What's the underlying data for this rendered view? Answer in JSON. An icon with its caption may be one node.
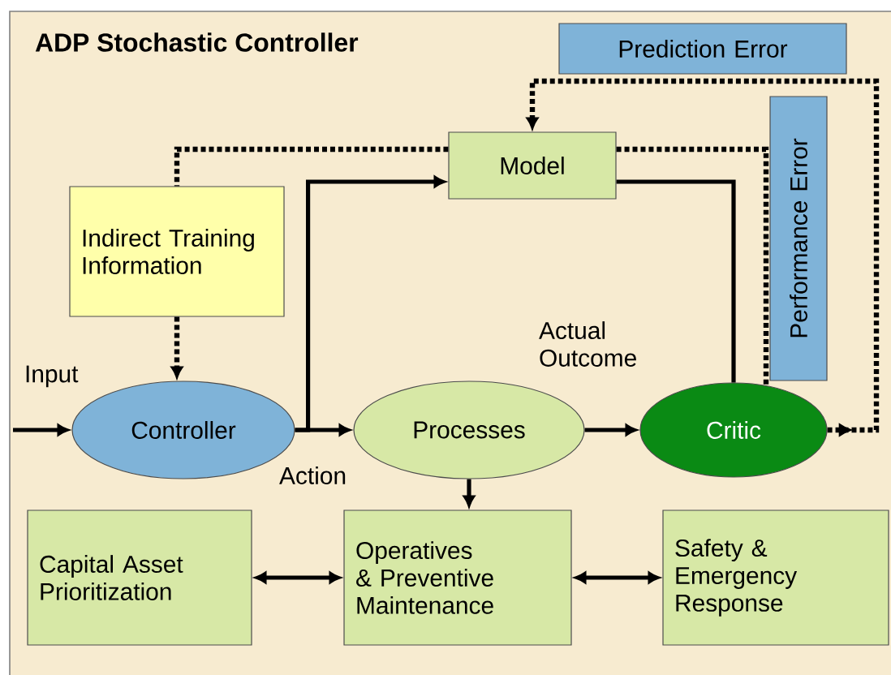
{
  "diagram": {
    "title": "ADP Stochastic Controller",
    "nodes": [
      {
        "text": [
          "Indirect Training Information"
        ]
      },
      {
        "text": [
          "Model"
        ]
      },
      {
        "text": [
          "Prediction Error"
        ]
      },
      {
        "text": [
          "Performance Error"
        ]
      },
      {
        "text": [
          "Controller"
        ]
      },
      {
        "text": [
          "Processes"
        ]
      },
      {
        "text": [
          "Critic"
        ]
      },
      {
        "text": [
          "Capital Asset Prioritization"
        ]
      },
      {
        "text": [
          "Operatives & Preventive Maintenance"
        ]
      },
      {
        "text": [
          "Safety & Emergency Response"
        ]
      }
    ],
    "edges": [
      {
        "from": null,
        "to": 4,
        "arrow": "to",
        "label": "Input"
      },
      {
        "from": 4,
        "to": 5,
        "arrow": "to",
        "label": "Action"
      },
      {
        "from": 4,
        "to": 1,
        "arrow": "to"
      },
      {
        "from": 1,
        "to": 6,
        "arrow": "none"
      },
      {
        "from": 5,
        "to": 6,
        "arrow": "to",
        "label": "Actual Outcome"
      },
      {
        "from": 6,
        "to": 1,
        "arrow": "to",
        "style": "dashed"
      },
      {
        "from": 6,
        "to": 1,
        "arrow": "none",
        "style": "dashed"
      },
      {
        "from": 1,
        "to": 0,
        "arrow": "none",
        "style": "dashed"
      },
      {
        "from": 0,
        "to": 4,
        "arrow": "to",
        "style": "dashed"
      },
      {
        "from": 5,
        "to": 8,
        "arrow": "to"
      },
      {
        "from": 7,
        "to": 8,
        "arrow": "both"
      },
      {
        "from": 8,
        "to": 9,
        "arrow": "both"
      }
    ]
  }
}
